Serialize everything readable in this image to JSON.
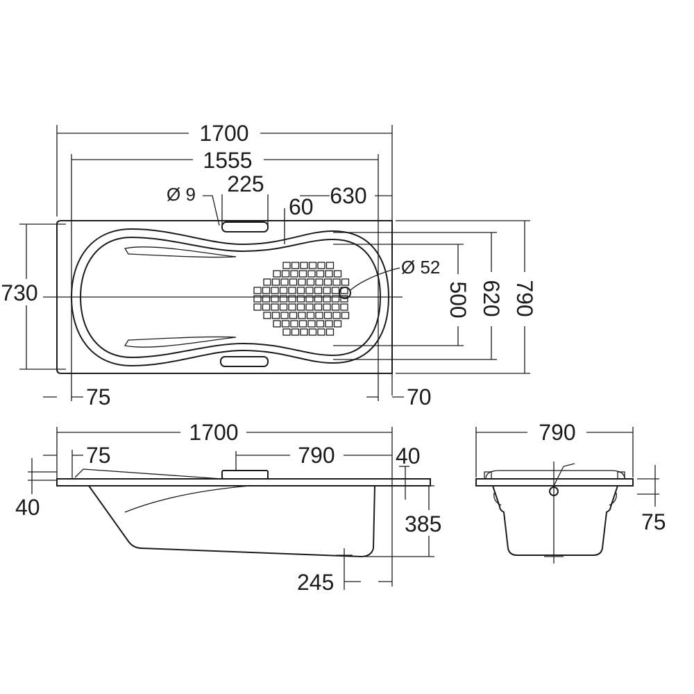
{
  "plan_view": {
    "overall_length": "1700",
    "inner_length": "1555",
    "grab_hole_diameter": "Ø 9",
    "grab_width": "225",
    "grab_height": "60",
    "drain_offset": "630",
    "overall_width_left": "730",
    "drain_diameter": "Ø 52",
    "basin_width": "500",
    "inner_width": "620",
    "overall_width": "790",
    "left_rim": "75",
    "right_rim": "70"
  },
  "side_view": {
    "overall_length": "1700",
    "left_rim": "75",
    "drain_position": "790",
    "rim_thickness_right": "40",
    "rim_thickness_left": "40",
    "depth": "385",
    "drain_offset": "245"
  },
  "end_view": {
    "overall_width": "790",
    "rim_height": "75"
  }
}
